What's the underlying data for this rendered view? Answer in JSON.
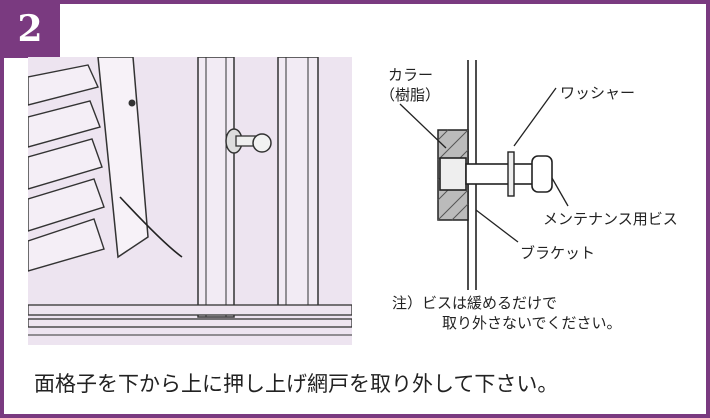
{
  "step": {
    "number": "2"
  },
  "diagram": {
    "collar_label": "カラー",
    "collar_sub": "（樹脂）",
    "washer_label": "ワッシャー",
    "screw_label": "メンテナンス用ビス",
    "bracket_label": "ブラケット"
  },
  "note": {
    "line1": "注）ビスは緩めるだけで",
    "line2": "取り外さないでください。"
  },
  "caption": "面格子を下から上に押し上げ網戸を取り外して下さい。"
}
